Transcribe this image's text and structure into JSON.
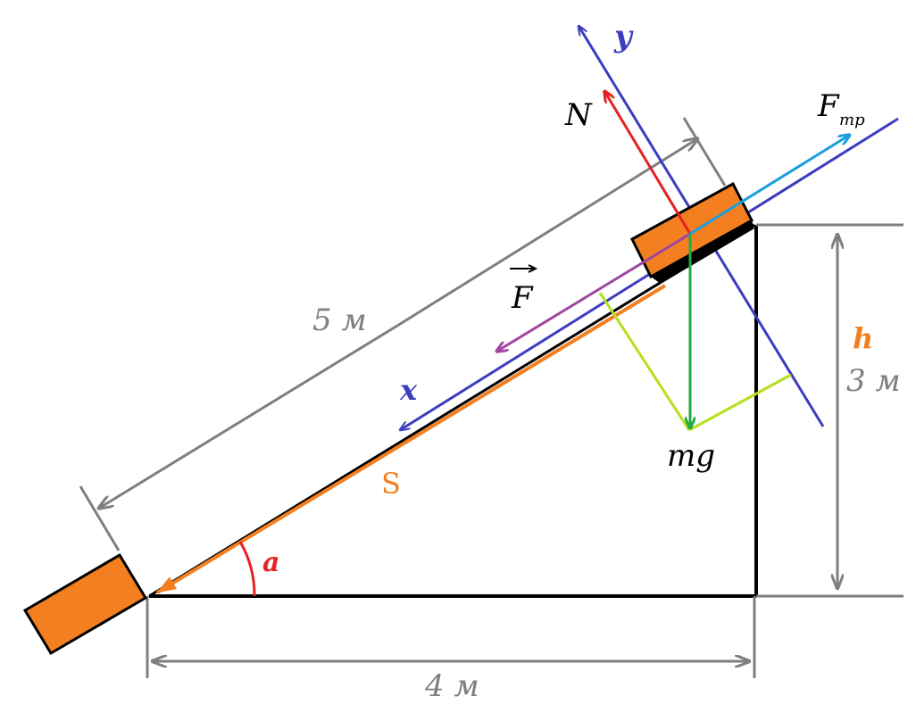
{
  "labels": {
    "y_axis": "y",
    "x_axis": "x",
    "normal_force": "N",
    "friction_main": "F",
    "friction_sub": "тр",
    "applied_force": "F",
    "gravity": "mg",
    "hypotenuse": "5 м",
    "height_letter": "h",
    "height_value": "3 м",
    "base": "4 м",
    "displacement": "S",
    "angle": "a"
  },
  "colors": {
    "block": "#f47f20",
    "incline": "#000000",
    "axes": "#3c3cc0",
    "normal": "#e52222",
    "friction": "#1aa0dc",
    "applied": "#a046a0",
    "gravity": "#22aa44",
    "projection": "#b4e01e",
    "dimension": "#7f7f7f",
    "displacement": "#f47f20",
    "angle": "#e52222"
  }
}
